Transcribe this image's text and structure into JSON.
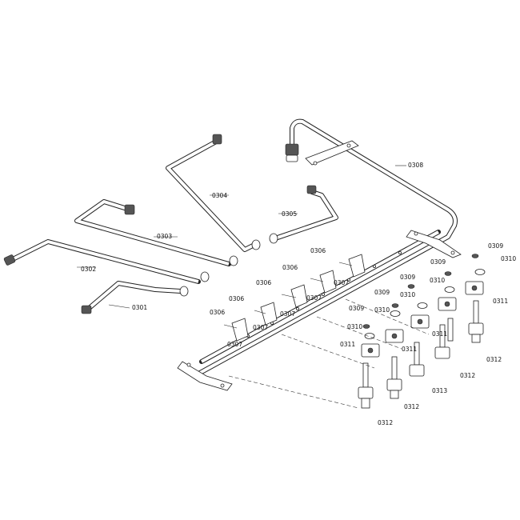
{
  "labels": {
    "l0301": "0301",
    "l0302": "0302",
    "l0303": "0303",
    "l0304": "0304",
    "l0305": "0305",
    "l0306a": "0306",
    "l0306b": "0306",
    "l0306c": "0306",
    "l0306d": "0306",
    "l0306e": "0306",
    "l0307a": "0307",
    "l0307b": "0307",
    "l0307c": "0307",
    "l0307d": "0307",
    "l0307e": "0307",
    "l0308": "0308",
    "l0309a": "0309",
    "l0309b": "0309",
    "l0309c": "0309",
    "l0309d": "0309",
    "l0309e": "0309",
    "l0310a": "0310",
    "l0310b": "0310",
    "l0310c": "0310",
    "l0310d": "0310",
    "l0310e": "0310",
    "l0311a": "0311",
    "l0311b": "0311",
    "l0311c": "0311",
    "l0311d": "0311",
    "l0312a": "0312",
    "l0312b": "0312",
    "l0312c": "0312",
    "l0312d": "0312",
    "l0313": "0313"
  }
}
